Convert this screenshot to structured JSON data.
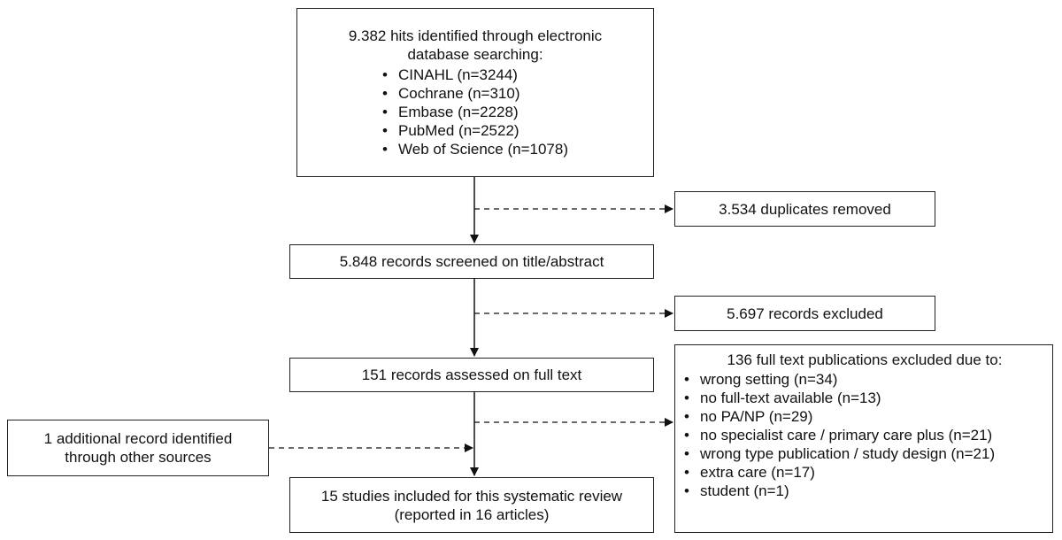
{
  "search": {
    "title": "9.382 hits identified through electronic database searching:",
    "items": [
      "CINAHL (n=3244)",
      "Cochrane (n=310)",
      "Embase (n=2228)",
      "PubMed (n=2522)",
      "Web of Science (n=1078)"
    ]
  },
  "duplicates": "3.534 duplicates removed",
  "screened": "5.848 records screened on title/abstract",
  "excluded": "5.697 records excluded",
  "fulltext": "151 records assessed on full text",
  "fulltext_excluded": {
    "title": "136 full text publications excluded due to:",
    "items": [
      "wrong setting (n=34)",
      "no full-text available (n=13)",
      "no PA/NP (n=29)",
      "no specialist care / primary care plus (n=21)",
      "wrong type publication / study design (n=21)",
      "extra care (n=17)",
      "student (n=1)"
    ]
  },
  "additional": "1 additional record identified through other sources",
  "included": {
    "line1": "15 studies included for this systematic review",
    "line2": "(reported in 16 articles)"
  }
}
